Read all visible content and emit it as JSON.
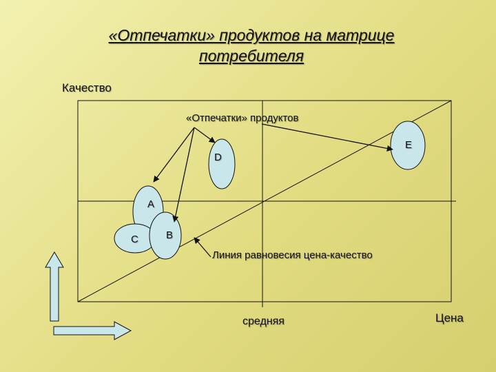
{
  "title": {
    "line1": "«Отпечатки» продуктов на матрице",
    "line2": "потребителя"
  },
  "axes": {
    "y_label": "Качество",
    "x_label": "Цена",
    "x_mid_label": "средняя"
  },
  "callouts": {
    "products": "«Отпечатки» продуктов",
    "equilibrium": "Линия равновесия цена-качество"
  },
  "products": [
    {
      "id": "A",
      "label": "A"
    },
    {
      "id": "B",
      "label": "B"
    },
    {
      "id": "C",
      "label": "C"
    },
    {
      "id": "D",
      "label": "D"
    },
    {
      "id": "E",
      "label": "E"
    }
  ],
  "colors": {
    "ellipse_fill": "#c9e6ea",
    "arrow_fill": "#c9e6ea",
    "line": "#111111"
  }
}
